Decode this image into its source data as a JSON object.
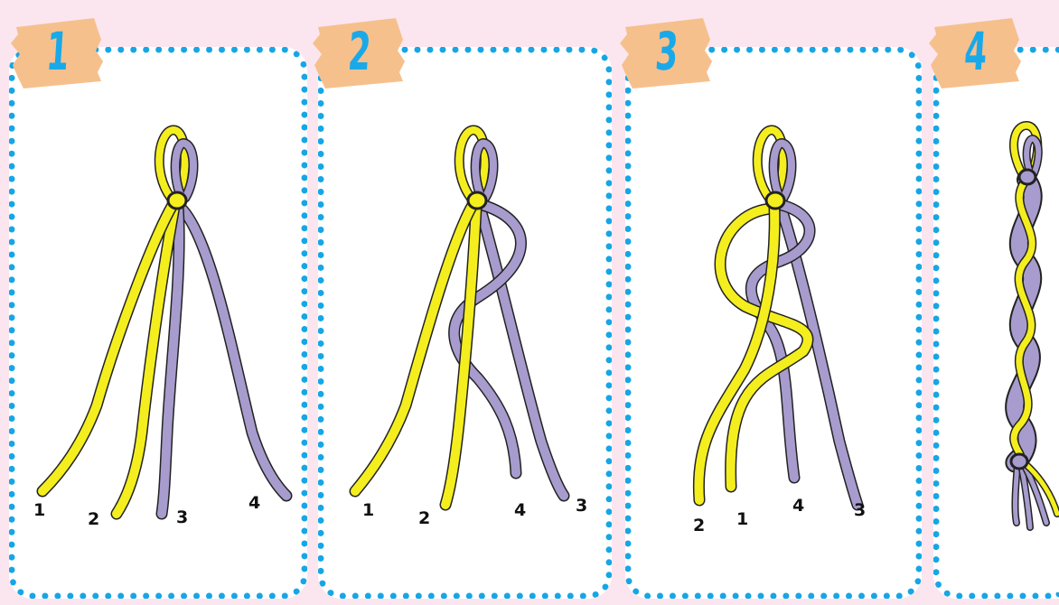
{
  "colors": {
    "background": "#fbe6f0",
    "dotted_border": "#16a6e6",
    "tape": "#f6c08d",
    "step_number": "#1aa9e8",
    "strand_yellow": "#f4ee1e",
    "strand_purple": "#a79ccd",
    "outline": "#222222"
  },
  "steps": [
    {
      "number": "1",
      "labels": [
        "1",
        "2",
        "3",
        "4"
      ]
    },
    {
      "number": "2",
      "labels": [
        "1",
        "2",
        "4",
        "3"
      ]
    },
    {
      "number": "3",
      "labels": [
        "2",
        "1",
        "4",
        "3"
      ]
    },
    {
      "number": "4",
      "labels": []
    }
  ]
}
